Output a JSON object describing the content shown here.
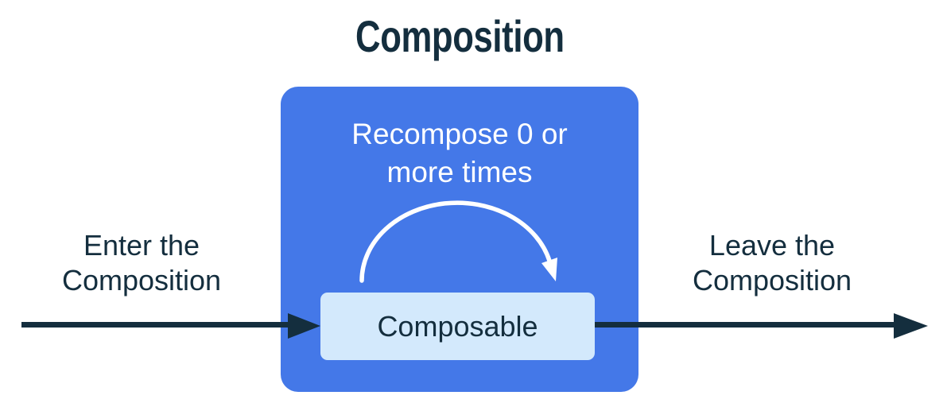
{
  "title": "Composition",
  "colors": {
    "background": "#ffffff",
    "box_blue": "#4478E8",
    "composable_fill": "#D3E9FC",
    "ink_navy": "#142E3E",
    "arc_white": "#ffffff"
  },
  "composition_box": {
    "recompose_label_line1": "Recompose 0 or",
    "recompose_label_line2": "more times",
    "composable_label": "Composable"
  },
  "left_label": {
    "line1": "Enter the",
    "line2": "Composition"
  },
  "right_label": {
    "line1": "Leave the",
    "line2": "Composition"
  }
}
